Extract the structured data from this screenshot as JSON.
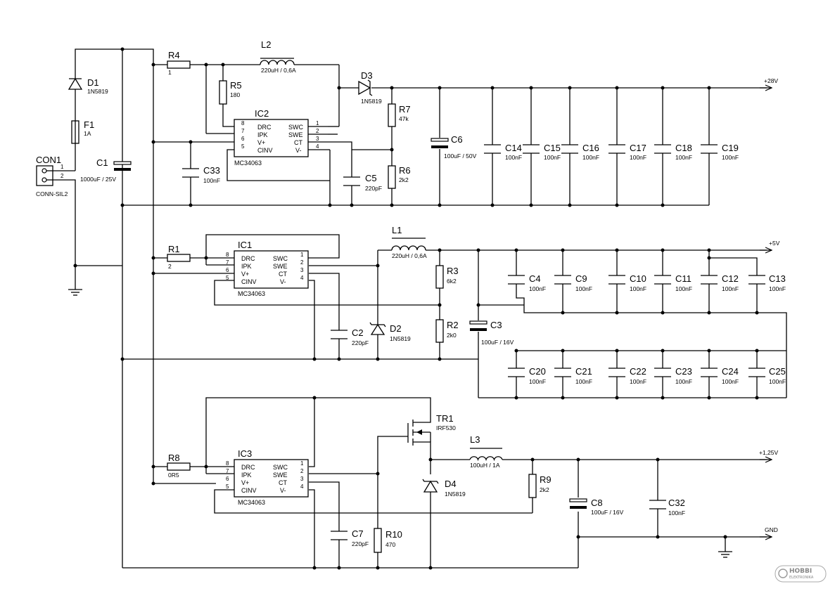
{
  "components": {
    "CON1": {
      "ref": "CON1",
      "value": "CONN-SIL2",
      "pins": [
        "1",
        "2"
      ]
    },
    "D1": {
      "ref": "D1",
      "value": "1N5819"
    },
    "F1": {
      "ref": "F1",
      "value": "1A"
    },
    "C1": {
      "ref": "C1",
      "value": "1000uF / 25V"
    },
    "R4": {
      "ref": "R4",
      "value": "1"
    },
    "R5": {
      "ref": "R5",
      "value": "180"
    },
    "L2": {
      "ref": "L2",
      "value": "220uH / 0,6A"
    },
    "D3": {
      "ref": "D3",
      "value": "1N5819"
    },
    "R7": {
      "ref": "R7",
      "value": "47k"
    },
    "R6": {
      "ref": "R6",
      "value": "2k2"
    },
    "C6": {
      "ref": "C6",
      "value": "100uF / 50V"
    },
    "C14": {
      "ref": "C14",
      "value": "100nF"
    },
    "C15": {
      "ref": "C15",
      "value": "100nF"
    },
    "C16": {
      "ref": "C16",
      "value": "100nF"
    },
    "C17": {
      "ref": "C17",
      "value": "100nF"
    },
    "C18": {
      "ref": "C18",
      "value": "100nF"
    },
    "C19": {
      "ref": "C19",
      "value": "100nF"
    },
    "C33": {
      "ref": "C33",
      "value": "100nF"
    },
    "C5": {
      "ref": "C5",
      "value": "220pF"
    },
    "IC2": {
      "ref": "IC2",
      "value": "MC34063"
    },
    "R1": {
      "ref": "R1",
      "value": "2"
    },
    "IC1": {
      "ref": "IC1",
      "value": "MC34063"
    },
    "L1": {
      "ref": "L1",
      "value": "220uH / 0,6A"
    },
    "R3": {
      "ref": "R3",
      "value": "6k2"
    },
    "R2": {
      "ref": "R2",
      "value": "2k0"
    },
    "C2": {
      "ref": "C2",
      "value": "220pF"
    },
    "D2": {
      "ref": "D2",
      "value": "1N5819"
    },
    "C3": {
      "ref": "C3",
      "value": "100uF / 16V"
    },
    "C4": {
      "ref": "C4",
      "value": "100nF"
    },
    "C9": {
      "ref": "C9",
      "value": "100nF"
    },
    "C10": {
      "ref": "C10",
      "value": "100nF"
    },
    "C11": {
      "ref": "C11",
      "value": "100nF"
    },
    "C12": {
      "ref": "C12",
      "value": "100nF"
    },
    "C13": {
      "ref": "C13",
      "value": "100nF"
    },
    "C20": {
      "ref": "C20",
      "value": "100nF"
    },
    "C21": {
      "ref": "C21",
      "value": "100nF"
    },
    "C22": {
      "ref": "C22",
      "value": "100nF"
    },
    "C23": {
      "ref": "C23",
      "value": "100nF"
    },
    "C24": {
      "ref": "C24",
      "value": "100nF"
    },
    "C25": {
      "ref": "C25",
      "value": "100nF"
    },
    "R8": {
      "ref": "R8",
      "value": "0R5"
    },
    "IC3": {
      "ref": "IC3",
      "value": "MC34063"
    },
    "TR1": {
      "ref": "TR1",
      "value": "IRF530"
    },
    "L3": {
      "ref": "L3",
      "value": "100uH / 1A"
    },
    "D4": {
      "ref": "D4",
      "value": "1N5819"
    },
    "R9": {
      "ref": "R9",
      "value": "2k2"
    },
    "C8": {
      "ref": "C8",
      "value": "100uF / 16V"
    },
    "C32": {
      "ref": "C32",
      "value": "100nF"
    },
    "C7": {
      "ref": "C7",
      "value": "220pF"
    },
    "R10": {
      "ref": "R10",
      "value": "470"
    }
  },
  "ic_pins": {
    "left": [
      {
        "num": "8",
        "name": "DRC"
      },
      {
        "num": "7",
        "name": "IPK"
      },
      {
        "num": "6",
        "name": "V+"
      },
      {
        "num": "5",
        "name": "CINV"
      }
    ],
    "right": [
      {
        "num": "1",
        "name": "SWC"
      },
      {
        "num": "2",
        "name": "SWE"
      },
      {
        "num": "3",
        "name": "CT"
      },
      {
        "num": "4",
        "name": "V-"
      }
    ]
  },
  "rails": {
    "v28": "+28V",
    "v5": "+5V",
    "v125": "+1,25V",
    "gnd": "GND"
  },
  "watermark": {
    "text": "HOBBI",
    "subtext": "ELEKTRONIKA"
  },
  "colors": {
    "ink": "#000000",
    "background": "#ffffff"
  }
}
